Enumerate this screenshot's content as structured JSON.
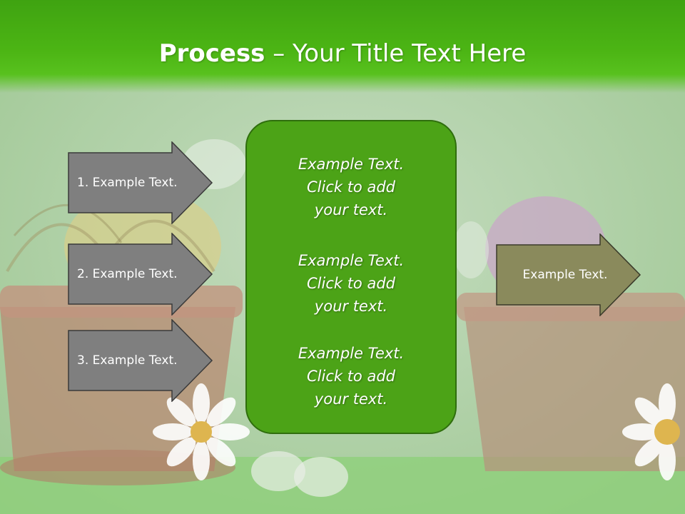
{
  "slide": {
    "title_bold": "Process",
    "title_rest": " – Your Title Text Here"
  },
  "left_arrows": [
    {
      "label": "1. Example Text."
    },
    {
      "label": "2. Example Text."
    },
    {
      "label": "3. Example Text."
    }
  ],
  "center_box": {
    "blocks": [
      {
        "line1": "Example Text.",
        "line2": "Click  to add",
        "line3": "your text."
      },
      {
        "line1": "Example Text.",
        "line2": "Click  to add",
        "line3": "your text."
      },
      {
        "line1": "Example Text.",
        "line2": "Click  to add",
        "line3": "your text."
      }
    ]
  },
  "right_arrow": {
    "label": "Example Text."
  },
  "colors": {
    "header_green": "#4cb514",
    "center_box_fill": "#4ca317",
    "left_arrow_fill": "#7f7f7f",
    "right_arrow_fill": "#8a8a5c"
  }
}
